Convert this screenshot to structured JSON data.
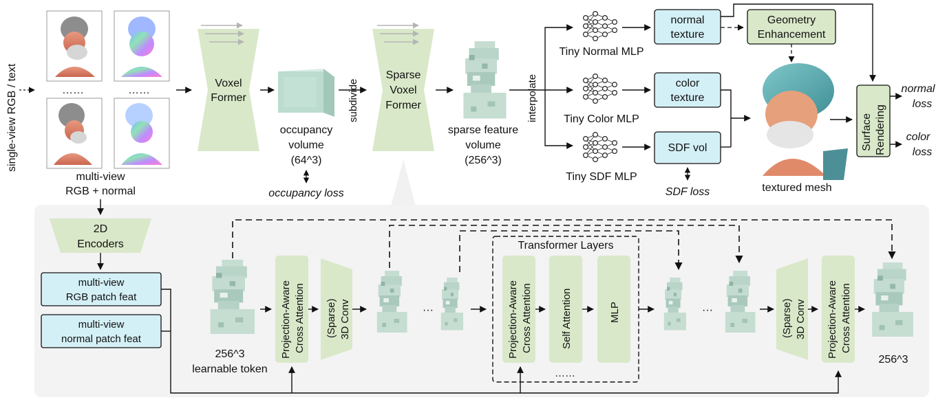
{
  "top": {
    "input_label": "single-view RGB / text",
    "dots_left": "……",
    "dots_right": "……",
    "multiview_line1": "multi-view",
    "multiview_line2": "RGB + normal",
    "voxel_former": [
      "Voxel",
      "Former"
    ],
    "occupancy": [
      "occupancy",
      "volume",
      "(64^3)"
    ],
    "occupancy_loss": "occupancy loss",
    "subdivide": "subdivide",
    "sparse_voxel_former": [
      "Sparse",
      "Voxel",
      "Former"
    ],
    "sparse_feature": [
      "sparse feature",
      "volume",
      "(256^3)"
    ],
    "interpolate": "interpolate",
    "mlps": [
      "Tiny Normal MLP",
      "Tiny Color MLP",
      "Tiny SDF MLP"
    ],
    "normal_texture": [
      "normal",
      "texture"
    ],
    "color_texture": [
      "color",
      "texture"
    ],
    "sdf_vol": "SDF vol",
    "sdf_loss": "SDF loss",
    "geometry_enhancement": [
      "Geometry",
      "Enhancement"
    ],
    "textured_mesh": "textured mesh",
    "surface_rendering": [
      "Surface",
      "Rendering"
    ],
    "normal_loss": [
      "normal",
      "loss"
    ],
    "color_loss": [
      "color",
      "loss"
    ]
  },
  "bottom": {
    "encoders": [
      "2D",
      "Encoders"
    ],
    "rgb_patch": [
      "multi-view",
      "RGB patch feat"
    ],
    "normal_patch": [
      "multi-view",
      "normal patch feat"
    ],
    "learnable_token": [
      "256^3",
      "learnable token"
    ],
    "proj_cross_attn": [
      "Projection-Aware",
      "Cross Attention"
    ],
    "sparse_conv": [
      "(Sparse)",
      "3D Conv"
    ],
    "ellipsis": "···",
    "transformer_title": "Transformer Layers",
    "self_attention": "Self Attention",
    "mlp": "MLP",
    "more_layers": "……",
    "output_label": "256^3"
  },
  "colors": {
    "green_block": "#d9e8c9",
    "cyan_box": "#d4f0f7",
    "panel": "#f3f3f3",
    "voxel": "#b8d3c8"
  }
}
